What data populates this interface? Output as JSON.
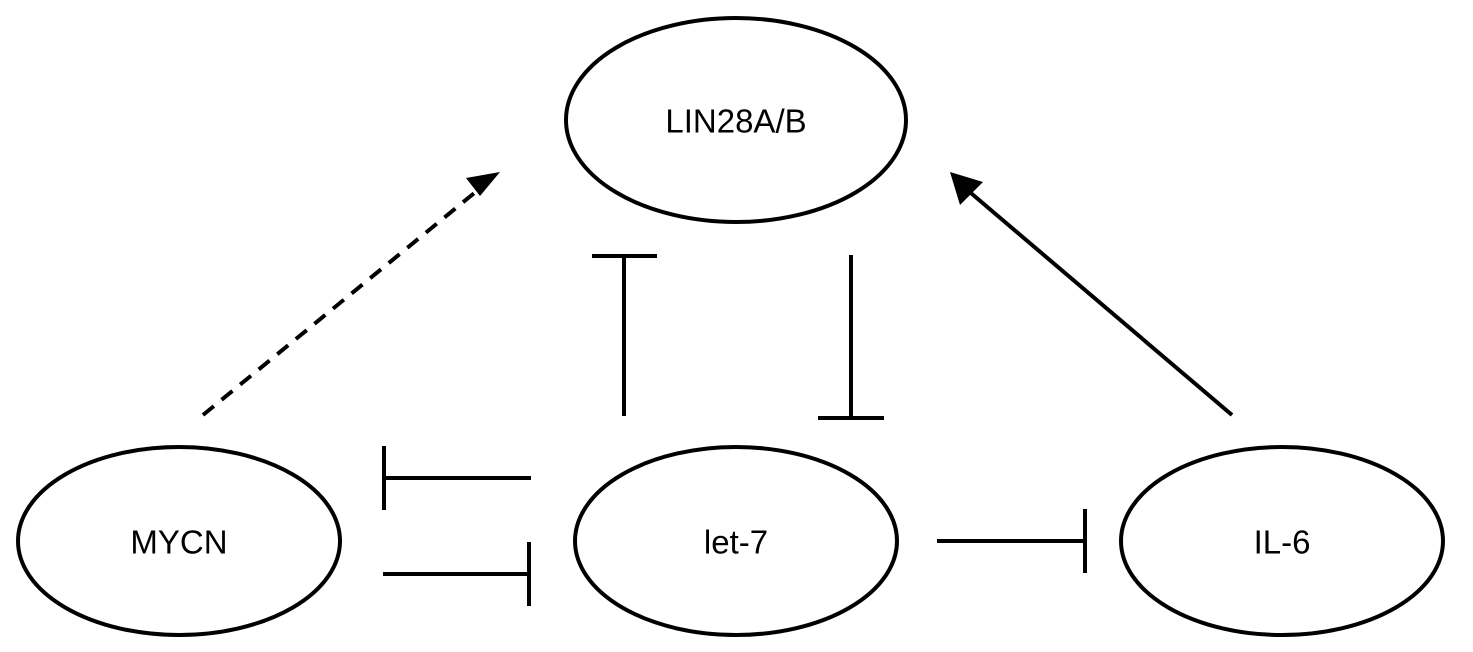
{
  "nodes": {
    "lin28": {
      "label": "LIN28A/B"
    },
    "mycn": {
      "label": "MYCN"
    },
    "let7": {
      "label": "let-7"
    },
    "il6": {
      "label": "IL-6"
    }
  },
  "edges": [
    {
      "from": "MYCN",
      "to": "LIN28A/B",
      "type": "activation",
      "style": "dashed"
    },
    {
      "from": "IL-6",
      "to": "LIN28A/B",
      "type": "activation",
      "style": "solid"
    },
    {
      "from": "let-7",
      "to": "LIN28A/B",
      "type": "inhibition",
      "style": "solid"
    },
    {
      "from": "LIN28A/B",
      "to": "let-7",
      "type": "inhibition",
      "style": "solid"
    },
    {
      "from": "let-7",
      "to": "MYCN",
      "type": "inhibition",
      "style": "solid"
    },
    {
      "from": "MYCN",
      "to": "let-7",
      "type": "inhibition",
      "style": "solid"
    },
    {
      "from": "let-7",
      "to": "IL-6",
      "type": "inhibition",
      "style": "solid"
    }
  ]
}
